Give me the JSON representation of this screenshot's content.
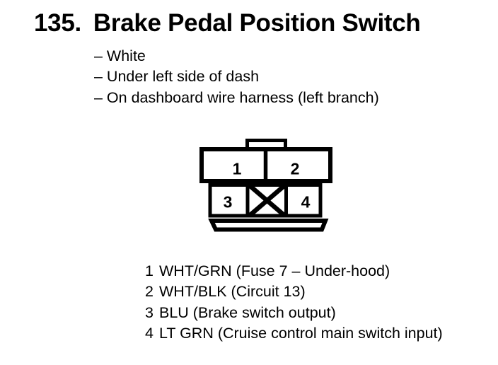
{
  "colors": {
    "ink": "#000000",
    "paper": "#ffffff"
  },
  "header": {
    "number": "135.",
    "title": "Brake Pedal Position Switch"
  },
  "notes": [
    "– White",
    "– Under left side of dash",
    "– On dashboard wire harness (left branch)"
  ],
  "connector": {
    "cavities": [
      "1",
      "2",
      "3",
      "4"
    ],
    "blocked_cavity_mark": "X"
  },
  "pin_legend": [
    {
      "num": "1",
      "desc": "WHT/GRN (Fuse 7 – Under-hood)"
    },
    {
      "num": "2",
      "desc": "WHT/BLK (Circuit 13)"
    },
    {
      "num": "3",
      "desc": "BLU (Brake switch output)"
    },
    {
      "num": "4",
      "desc": "LT GRN (Cruise control main switch input)"
    }
  ]
}
